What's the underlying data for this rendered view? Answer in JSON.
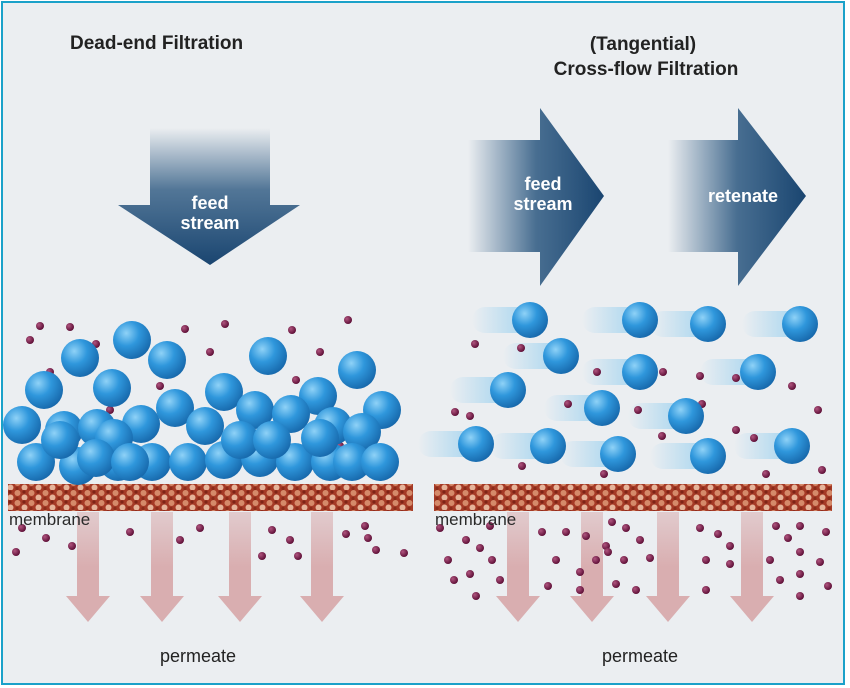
{
  "left_panel": {
    "title": "Dead-end Filtration",
    "feed_label_line1": "feed",
    "feed_label_line2": "stream",
    "membrane_label": "membrane",
    "permeate_label": "permeate"
  },
  "right_panel": {
    "title_line1": "(Tangential)",
    "title_line2": "Cross-flow Filtration",
    "feed_label_line1": "feed",
    "feed_label_line2": "stream",
    "retentate_label": "retenate",
    "membrane_label": "membrane",
    "permeate_label": "permeate"
  },
  "colors": {
    "frame_border": "#1aa1c9",
    "background": "#ebeef1",
    "arrow_dark": "#1f4e79",
    "particle_large": "#2a8fd4",
    "particle_small": "#6a0d3c",
    "membrane": "#b54a32",
    "permeate_arrow": "#d9aeb0"
  },
  "icons": [
    "feed-arrow-down-icon",
    "feed-arrow-right-icon",
    "retentate-arrow-right-icon",
    "permeate-arrow-icon"
  ]
}
